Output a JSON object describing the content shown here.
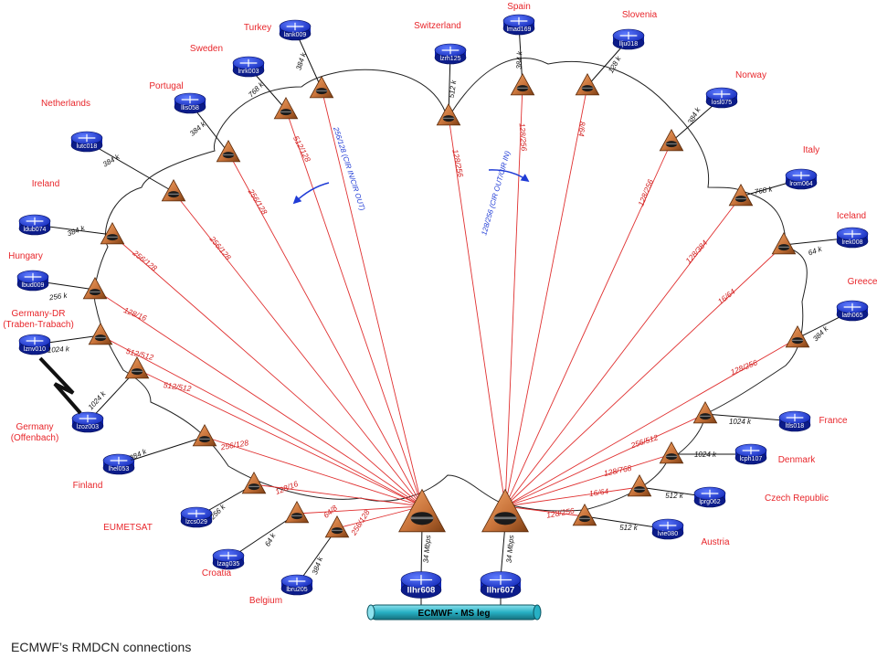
{
  "caption": "ECMWF’s RMDCN connections",
  "cir_left": "256/128 (CIR IN/CIR OUT)",
  "cir_right": "128/256 (CIR OUT/CIR IN)",
  "ms_leg": "ECMWF - MS leg",
  "colors": {
    "country": "#e8262b",
    "link": "#e03030",
    "router": "#1e3ad8",
    "node": "#c8733a",
    "cir": "#1f3bd6",
    "pipe": "#27b0c4"
  },
  "hubs": [
    {
      "id": "hub-left",
      "router": "llhr608",
      "speed": "34 Mbps"
    },
    {
      "id": "hub-right",
      "router": "llhr607",
      "speed": "34 Mbps"
    }
  ],
  "sites": [
    {
      "country": "Turkey",
      "router": "lank009",
      "speed": "384 k",
      "bw": "256/128 (CIR IN/CIR OUT)"
    },
    {
      "country": "Sweden",
      "router": "lnrk003",
      "speed": "768 k",
      "bw": "512/128"
    },
    {
      "country": "Portugal",
      "router": "llis058",
      "speed": "384 k",
      "bw": "256/128"
    },
    {
      "country": "Netherlands",
      "router": "lutc018",
      "speed": "384 k",
      "bw": "256/128"
    },
    {
      "country": "Ireland",
      "router": "ldub074",
      "speed": "384 k",
      "bw": "256/128"
    },
    {
      "country": "Hungary",
      "router": "lbud009",
      "speed": "256 k",
      "bw": "128/16"
    },
    {
      "country": "Germany-DR (Traben-Trabach)",
      "router": "lznv010",
      "speed": "1024 k",
      "bw": "512/512"
    },
    {
      "country": "Germany (Offenbach)",
      "router": "lzoz003",
      "speed": "1024 k",
      "bw": "512/512"
    },
    {
      "country": "Finland",
      "router": "lhel053",
      "speed": "384 k",
      "bw": "256/128"
    },
    {
      "country": "EUMETSAT",
      "router": "lzcs029",
      "speed": "256 k",
      "bw": "128/16"
    },
    {
      "country": "Croatia",
      "router": "lzag035",
      "speed": "64 k",
      "bw": "64/8"
    },
    {
      "country": "Belgium",
      "router": "lbru205",
      "speed": "384 k",
      "bw": "256/128"
    },
    {
      "country": "Switzerland",
      "router": "lzrh125",
      "speed": "512 k",
      "bw": "128/256"
    },
    {
      "country": "Spain",
      "router": "lmad169",
      "speed": "384 k",
      "bw": "128/256"
    },
    {
      "country": "Slovenia",
      "router": "llju018",
      "speed": "128 k",
      "bw": "8/64"
    },
    {
      "country": "Norway",
      "router": "losl075",
      "speed": "384 k",
      "bw": "128/256"
    },
    {
      "country": "Italy",
      "router": "lrom064",
      "speed": "768 k",
      "bw": "128/384"
    },
    {
      "country": "Iceland",
      "router": "lrek008",
      "speed": "64 k",
      "bw": "16/64"
    },
    {
      "country": "Greece",
      "router": "lath065",
      "speed": "384 k",
      "bw": "128/256"
    },
    {
      "country": "France",
      "router": "ltls018",
      "speed": "1024 k",
      "bw": "256/512"
    },
    {
      "country": "Denmark",
      "router": "lcph107",
      "speed": "1024 k",
      "bw": "128/768"
    },
    {
      "country": "Czech Republic",
      "router": "lprg062",
      "speed": "512 k",
      "bw": "16/64"
    },
    {
      "country": "Austria",
      "router": "lvie080",
      "speed": "512 k",
      "bw": "128/256"
    }
  ]
}
